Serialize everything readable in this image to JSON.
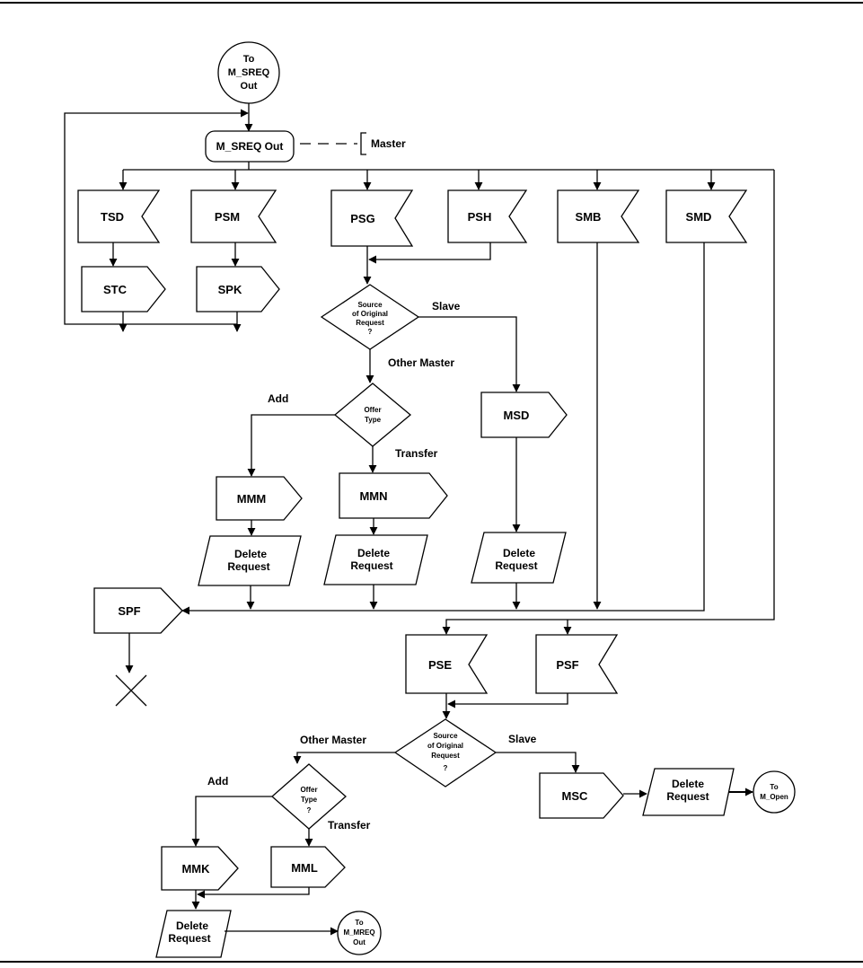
{
  "connector_start": {
    "line1": "To",
    "line2": "M_SREQ",
    "line3": "Out"
  },
  "state": {
    "label": "M_SREQ Out",
    "annotation": "Master"
  },
  "signals_in": {
    "tsd": "TSD",
    "psm": "PSM",
    "psg": "PSG",
    "psh": "PSH",
    "smb": "SMB",
    "smd": "SMD",
    "pse": "PSE",
    "psf": "PSF"
  },
  "signals_out": {
    "stc": "STC",
    "spk": "SPK",
    "msd": "MSD",
    "mmm": "MMM",
    "mmn": "MMN",
    "spf": "SPF",
    "msc": "MSC",
    "mmk": "MMK",
    "mml": "MML"
  },
  "decisions": {
    "source1": {
      "line1": "Source",
      "line2": "of Original",
      "line3": "Request",
      "line4": "?"
    },
    "offer1": {
      "line1": "Offer",
      "line2": "Type"
    },
    "source2": {
      "line1": "Source",
      "line2": "of Original",
      "line3": "Request",
      "line4": "?"
    },
    "offer2": {
      "line1": "Offer",
      "line2": "Type",
      "line3": "?"
    }
  },
  "branch_labels": {
    "slave1": "Slave",
    "other_master1": "Other Master",
    "add1": "Add",
    "transfer1": "Transfer",
    "other_master2": "Other Master",
    "slave2": "Slave",
    "add2": "Add",
    "transfer2": "Transfer"
  },
  "tasks": {
    "delete_line1": "Delete",
    "delete_line2": "Request"
  },
  "connectors_end": {
    "m_open": {
      "line1": "To",
      "line2": "M_Open"
    },
    "m_mreq": {
      "line1": "To",
      "line2": "M_MREQ",
      "line3": "Out"
    }
  }
}
